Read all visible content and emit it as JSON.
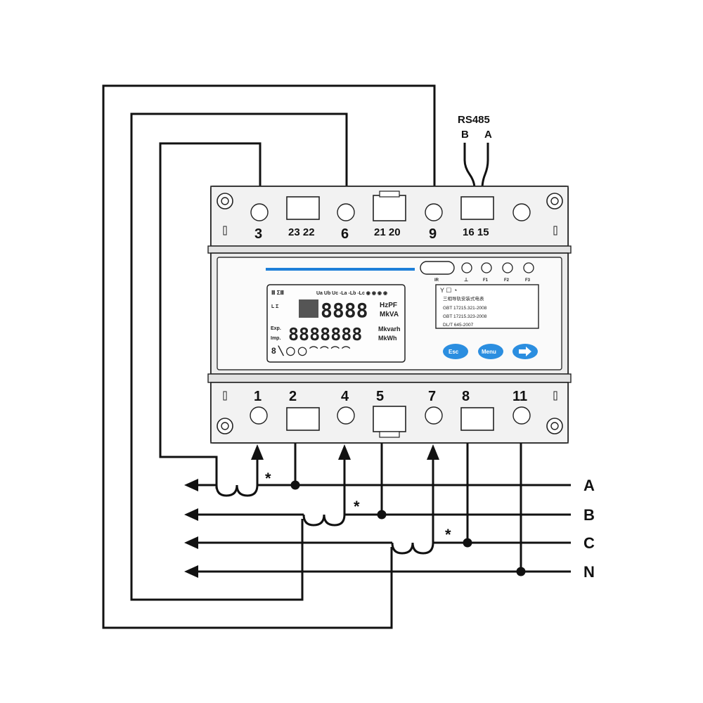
{
  "rs485": {
    "title": "RS485",
    "left_label": "B",
    "right_label": "A"
  },
  "top_terminals": {
    "t3": "3",
    "t23_22": "23 22",
    "t6": "6",
    "t21_20": "21 20",
    "t9": "9",
    "t16_15": "16 15"
  },
  "bottom_terminals": {
    "t1": "1",
    "t2": "2",
    "t4": "4",
    "t5": "5",
    "t7": "7",
    "t8": "8",
    "t11": "11"
  },
  "lines": {
    "a": "A",
    "b": "B",
    "c": "C",
    "n": "N"
  },
  "display": {
    "top_row": "Ⅲ ΣⅢ",
    "row1_digits": "8888",
    "row1_units_a": "HzPF",
    "row1_units_b": "MkVA",
    "row2_digits": "8888888",
    "row2_units_a": "Mkvarh",
    "row2_units_b": "MkWh",
    "row2_prefix_a": "Exp.",
    "row2_prefix_b": "Imp."
  },
  "indicators": {
    "ir": "IR",
    "f1": "F1",
    "f2": "F2",
    "f3": "F3"
  },
  "label_plate": {
    "line1": "三相导轨安装式电表",
    "line2": "GBT 17215.321-2008",
    "line3": "GBT 17215.323-2008",
    "line4": "DL/T 645-2007"
  },
  "buttons": {
    "esc": "Esc",
    "menu": "Menu",
    "enter_icon": "arrow-right-icon"
  },
  "ct_mark": "*",
  "colors": {
    "accent_blue": "#1e7fd8",
    "button_blue": "#2b8ee0",
    "wire": "#111111"
  }
}
